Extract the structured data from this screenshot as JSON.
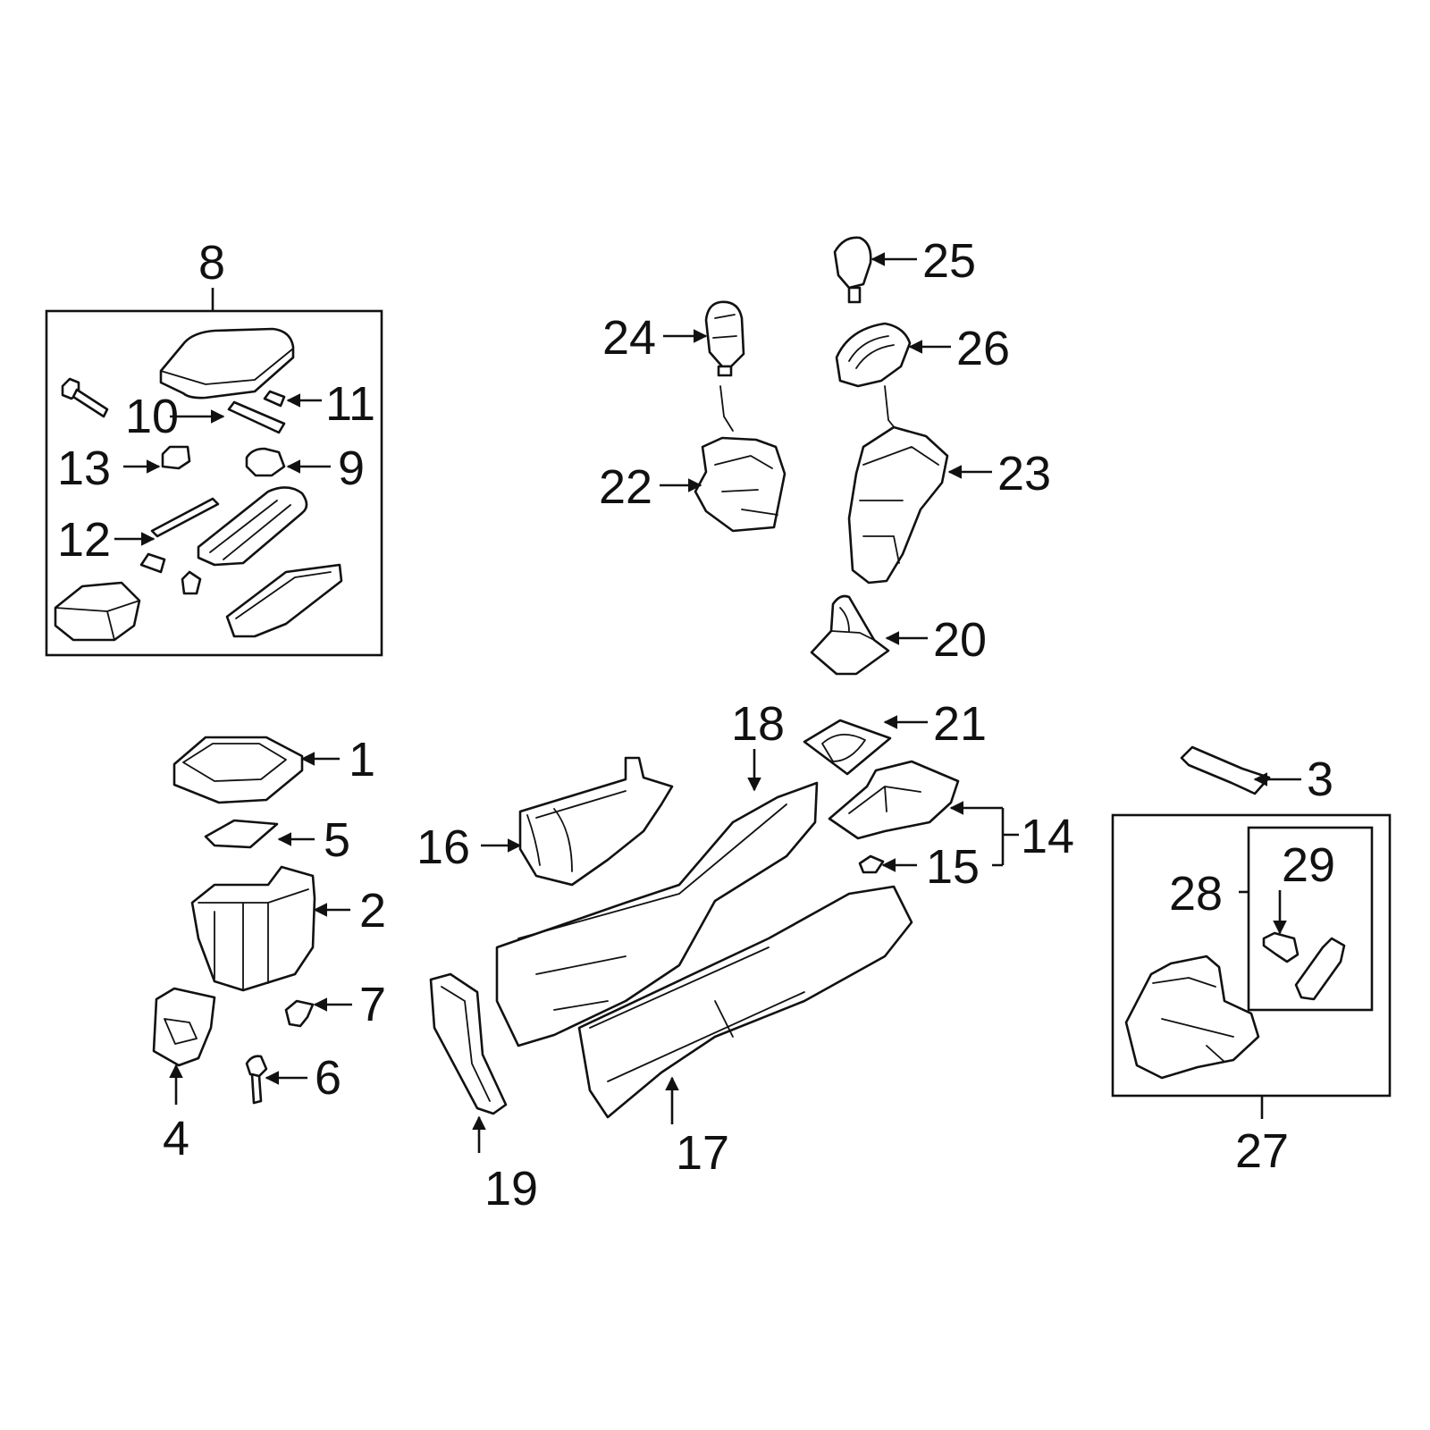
{
  "callouts": {
    "c1": "1",
    "c2": "2",
    "c3": "3",
    "c4": "4",
    "c5": "5",
    "c6": "6",
    "c7": "7",
    "c8": "8",
    "c9": "9",
    "c10": "10",
    "c11": "11",
    "c12": "12",
    "c13": "13",
    "c14": "14",
    "c15": "15",
    "c16": "16",
    "c17": "17",
    "c18": "18",
    "c19": "19",
    "c20": "20",
    "c21": "21",
    "c22": "22",
    "c23": "23",
    "c24": "24",
    "c25": "25",
    "c26": "26",
    "c27": "27",
    "c28": "28",
    "c29": "29"
  },
  "colors": {
    "line": "#111111",
    "background": "#ffffff"
  }
}
